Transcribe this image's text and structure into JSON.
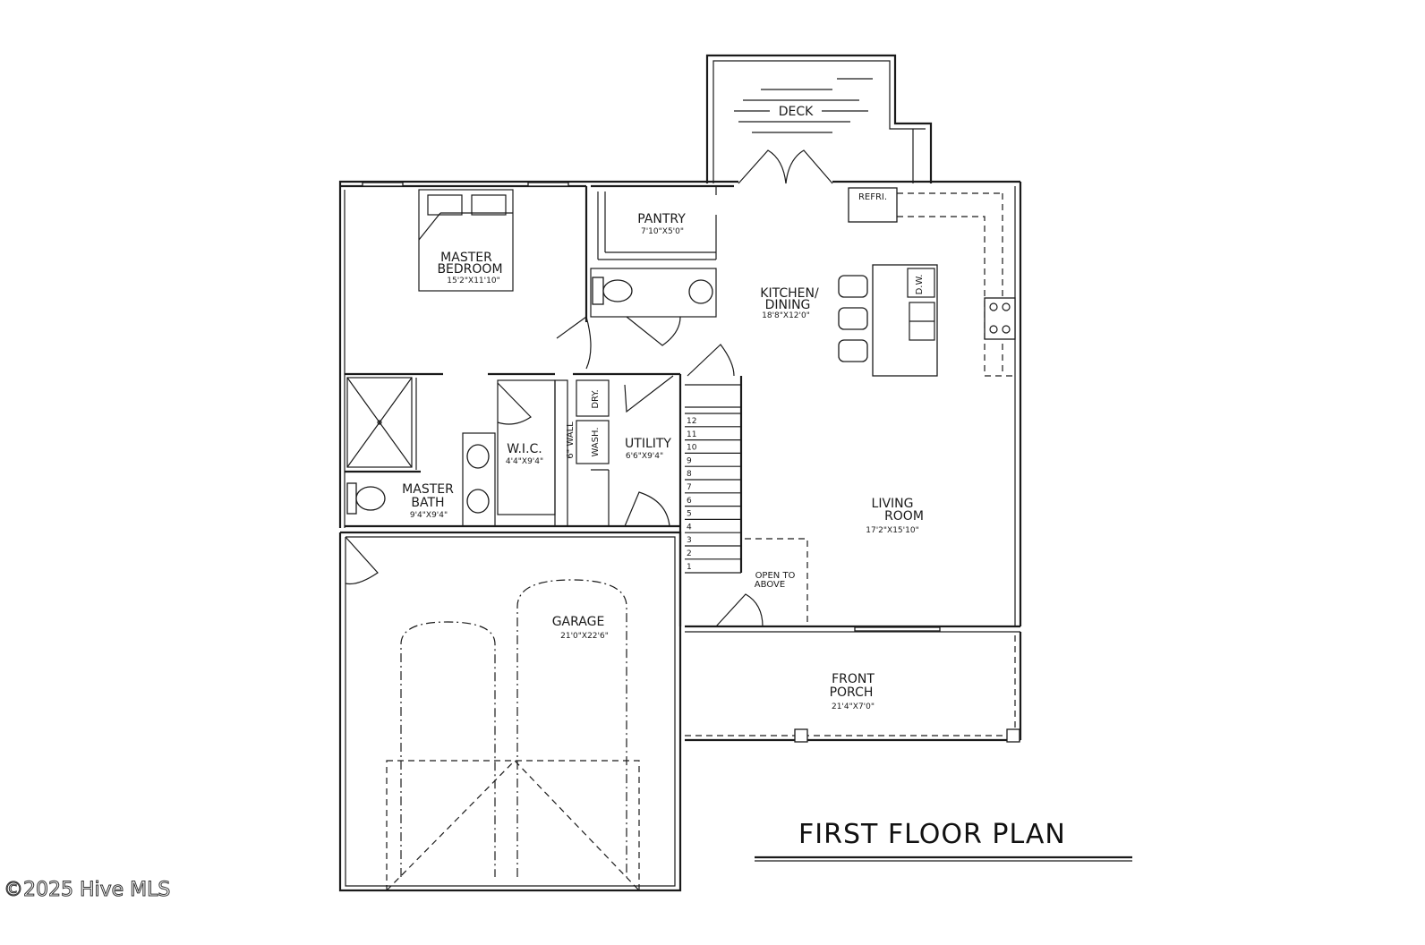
{
  "title": "FIRST FLOOR PLAN",
  "watermark": "©2025 Hive MLS",
  "rooms": {
    "deck": {
      "name": "DECK"
    },
    "pantry": {
      "name": "PANTRY",
      "dim": "7'10\"X5'0\""
    },
    "master_bedroom": {
      "name1": "MASTER",
      "name2": "BEDROOM",
      "dim": "15'2\"X11'10\""
    },
    "kitchen": {
      "name1": "KITCHEN/",
      "name2": "DINING",
      "dim": "18'8\"X12'0\""
    },
    "wic": {
      "name": "W.I.C.",
      "dim": "4'4\"X9'4\""
    },
    "utility": {
      "name": "UTILITY",
      "dim": "6'6\"X9'4\""
    },
    "master_bath": {
      "name1": "MASTER",
      "name2": "BATH",
      "dim": "9'4\"X9'4\""
    },
    "living": {
      "name1": "LIVING",
      "name2": "ROOM",
      "dim": "17'2\"X15'10\""
    },
    "garage": {
      "name": "GARAGE",
      "dim": "21'0\"X22'6\""
    },
    "porch": {
      "name1": "FRONT",
      "name2": "PORCH",
      "dim": "21'4\"X7'0\""
    }
  },
  "notes": {
    "refri": "REFRI.",
    "dw": "D.W.",
    "dry": "DRY.",
    "wash": "WASH.",
    "wall": "6\" WALL",
    "open1": "OPEN TO",
    "open2": "ABOVE"
  },
  "stairs": [
    "12",
    "11",
    "10",
    "9",
    "8",
    "7",
    "6",
    "5",
    "4",
    "3",
    "2",
    "1"
  ]
}
